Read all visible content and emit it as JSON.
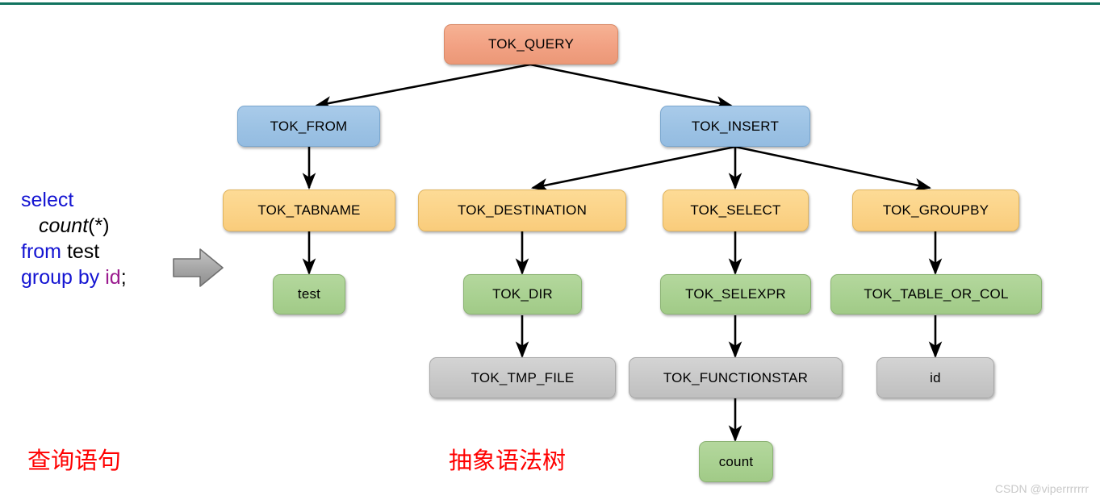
{
  "figure": {
    "top_rule_color": "#11735f",
    "captions": {
      "left": "查询语句",
      "right": "抽象语法树"
    },
    "watermark": "CSDN @viperrrrrrr"
  },
  "sql": {
    "line1_keyword": "select",
    "line2_function": "count",
    "line2_args": "(*)",
    "line3_keyword": "from",
    "line3_table": "test",
    "line4_keyword": "group by",
    "line4_column": "id",
    "line4_terminator": ";",
    "keyword_color": "#1414d2",
    "column_color": "#9b1b8f"
  },
  "tree": {
    "nodes": [
      {
        "id": "tok_query",
        "label": "TOK_QUERY",
        "color": "#f2a183",
        "level": 0
      },
      {
        "id": "tok_from",
        "label": "TOK_FROM",
        "color": "#9cc2e4",
        "level": 1
      },
      {
        "id": "tok_insert",
        "label": "TOK_INSERT",
        "color": "#9cc2e4",
        "level": 1
      },
      {
        "id": "tok_tabname",
        "label": "TOK_TABNAME",
        "color": "#fbd388",
        "level": 2
      },
      {
        "id": "tok_destination",
        "label": "TOK_DESTINATION",
        "color": "#fbd388",
        "level": 2
      },
      {
        "id": "tok_select",
        "label": "TOK_SELECT",
        "color": "#fbd388",
        "level": 2
      },
      {
        "id": "tok_groupby",
        "label": "TOK_GROUPBY",
        "color": "#fbd388",
        "level": 2
      },
      {
        "id": "test",
        "label": "test",
        "color": "#a9d191",
        "level": 3
      },
      {
        "id": "tok_dir",
        "label": "TOK_DIR",
        "color": "#a9d191",
        "level": 3
      },
      {
        "id": "tok_selexpr",
        "label": "TOK_SELEXPR",
        "color": "#a9d191",
        "level": 3
      },
      {
        "id": "tok_table_or_col",
        "label": "TOK_TABLE_OR_COL",
        "color": "#a9d191",
        "level": 3
      },
      {
        "id": "tok_tmp_file",
        "label": "TOK_TMP_FILE",
        "color": "#c8c8c8",
        "level": 4
      },
      {
        "id": "tok_functionstar",
        "label": "TOK_FUNCTIONSTAR",
        "color": "#c8c8c8",
        "level": 4
      },
      {
        "id": "id",
        "label": "id",
        "color": "#c8c8c8",
        "level": 4
      },
      {
        "id": "count",
        "label": "count",
        "color": "#a9d191",
        "level": 5
      }
    ],
    "edges": [
      {
        "from": "tok_query",
        "to": "tok_from"
      },
      {
        "from": "tok_query",
        "to": "tok_insert"
      },
      {
        "from": "tok_from",
        "to": "tok_tabname"
      },
      {
        "from": "tok_insert",
        "to": "tok_destination"
      },
      {
        "from": "tok_insert",
        "to": "tok_select"
      },
      {
        "from": "tok_insert",
        "to": "tok_groupby"
      },
      {
        "from": "tok_tabname",
        "to": "test"
      },
      {
        "from": "tok_destination",
        "to": "tok_dir"
      },
      {
        "from": "tok_select",
        "to": "tok_selexpr"
      },
      {
        "from": "tok_groupby",
        "to": "tok_table_or_col"
      },
      {
        "from": "tok_dir",
        "to": "tok_tmp_file"
      },
      {
        "from": "tok_selexpr",
        "to": "tok_functionstar"
      },
      {
        "from": "tok_table_or_col",
        "to": "id"
      },
      {
        "from": "tok_functionstar",
        "to": "count"
      }
    ]
  }
}
